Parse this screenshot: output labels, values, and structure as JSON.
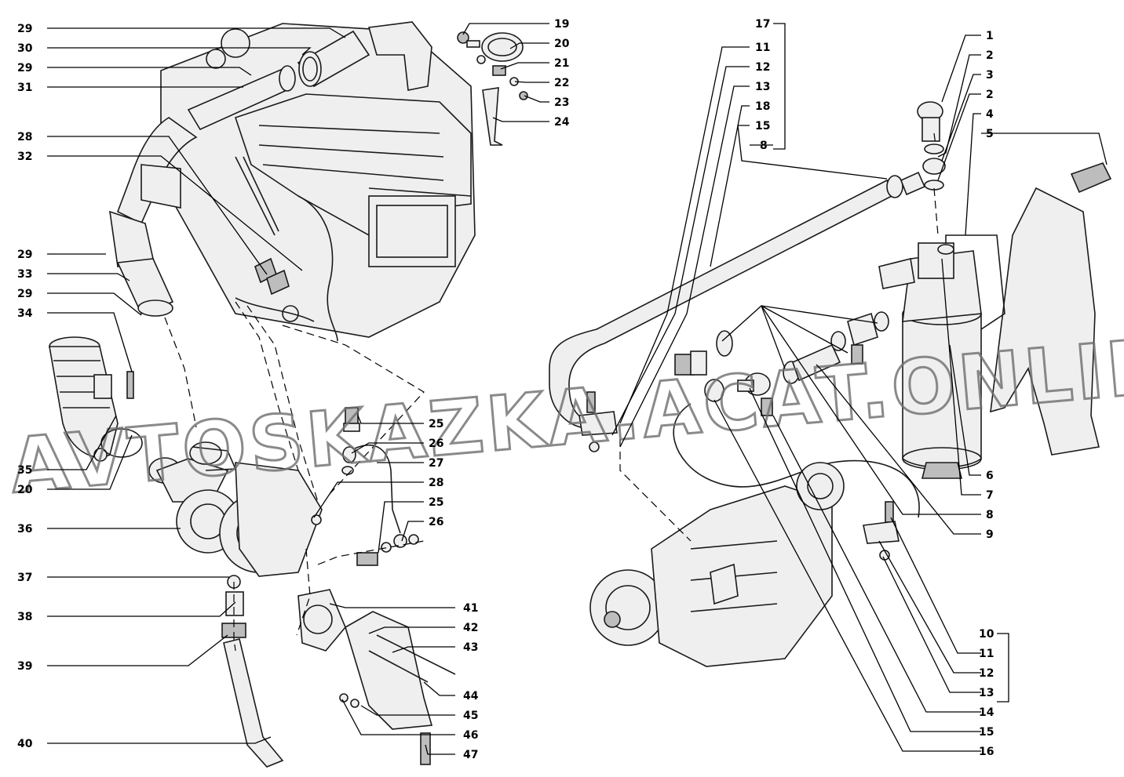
{
  "watermark": "AVTOSKAZKA.ACAT.ONLINE",
  "callouts": [
    {
      "text": "29"
    },
    {
      "text": "30"
    },
    {
      "text": "29"
    },
    {
      "text": "31"
    },
    {
      "text": "28"
    },
    {
      "text": "32"
    },
    {
      "text": "29"
    },
    {
      "text": "33"
    },
    {
      "text": "29"
    },
    {
      "text": "34"
    },
    {
      "text": "35"
    },
    {
      "text": "20"
    },
    {
      "text": "36"
    },
    {
      "text": "37"
    },
    {
      "text": "38"
    },
    {
      "text": "39"
    },
    {
      "text": "40"
    },
    {
      "text": "19"
    },
    {
      "text": "20"
    },
    {
      "text": "21"
    },
    {
      "text": "22"
    },
    {
      "text": "23"
    },
    {
      "text": "24"
    },
    {
      "text": "25"
    },
    {
      "text": "26"
    },
    {
      "text": "27"
    },
    {
      "text": "28"
    },
    {
      "text": "25"
    },
    {
      "text": "26"
    },
    {
      "text": "41"
    },
    {
      "text": "42"
    },
    {
      "text": "43"
    },
    {
      "text": "44"
    },
    {
      "text": "45"
    },
    {
      "text": "46"
    },
    {
      "text": "47"
    },
    {
      "text": "17"
    },
    {
      "text": "11"
    },
    {
      "text": "12"
    },
    {
      "text": "13"
    },
    {
      "text": "18"
    },
    {
      "text": "15"
    },
    {
      "text": "8"
    },
    {
      "text": "1"
    },
    {
      "text": "2"
    },
    {
      "text": "3"
    },
    {
      "text": "2"
    },
    {
      "text": "4"
    },
    {
      "text": "5"
    },
    {
      "text": "6"
    },
    {
      "text": "7"
    },
    {
      "text": "8"
    },
    {
      "text": "9"
    },
    {
      "text": "10"
    },
    {
      "text": "11"
    },
    {
      "text": "12"
    },
    {
      "text": "13"
    },
    {
      "text": "14"
    },
    {
      "text": "15"
    },
    {
      "text": "16"
    }
  ]
}
